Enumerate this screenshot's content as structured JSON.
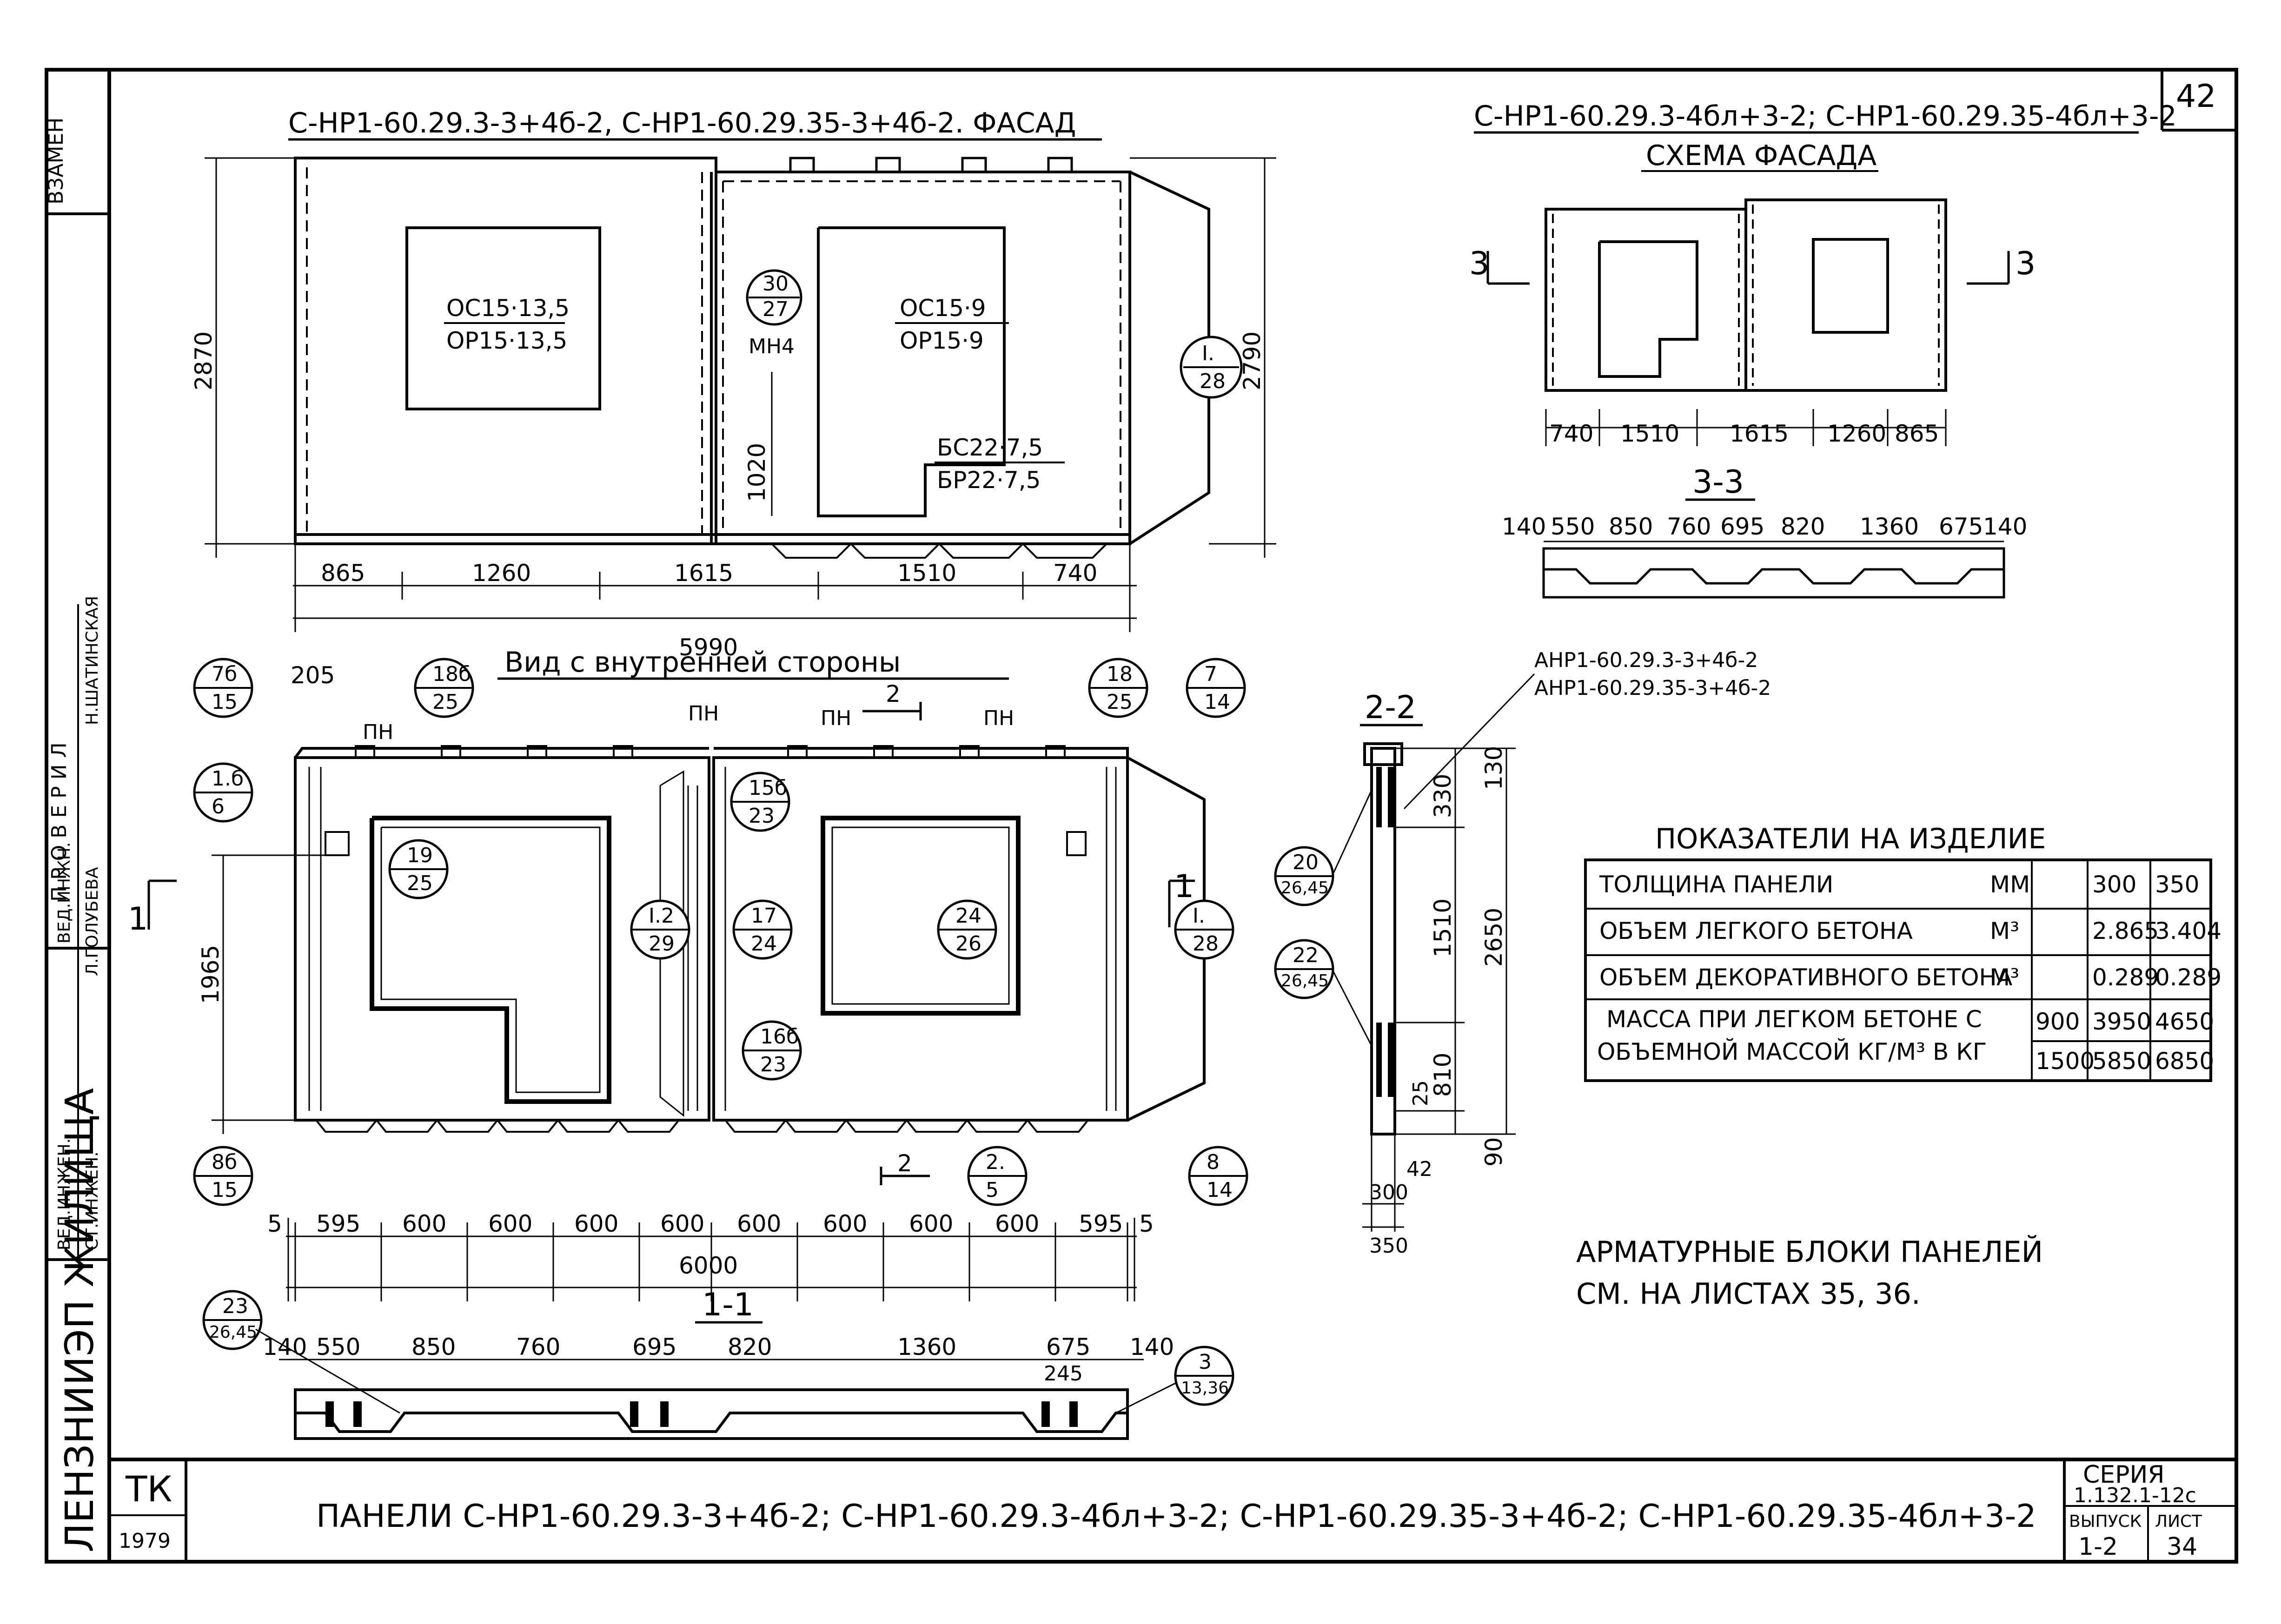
{
  "page_number": "42",
  "left_margin": {
    "vzamen": "ВЗАМЕН",
    "proveria": "П Р О В Е Р И Л",
    "shatinskaya": "Н.ШАТИНСКАЯ",
    "ved_inzh": "ВЕД.ИНЖН.",
    "golubeva": "Л.ГОЛУБЕВА",
    "ved_inzhen": "ВЕД.ИНЖЕН.",
    "st_inzhen": "СТ.ИНЖЕН.",
    "org": "ЛЕНЗНИИЭП ЖИЛИЩА"
  },
  "facade_main": {
    "title": "С-НР1-60.29.3-3+4б-2, С-НР1-60.29.35-3+4б-2. ФАСАД",
    "window1_top": "ОС15·13,5",
    "window1_bot": "ОР15·13,5",
    "window2_top": "ОС15·9",
    "window2_bot": "ОР15·9",
    "door_top": "БС22·7,5",
    "door_bot": "БР22·7,5",
    "height_left": "2870",
    "height_right": "2790",
    "door_height": "1020",
    "mark_mn": "МН4",
    "callout_30_27_top": "30",
    "callout_30_27_bot": "27",
    "callout_I28_top": "I.",
    "callout_I28_bot": "28",
    "dims": [
      "865",
      "1260",
      "1615",
      "1510",
      "740"
    ],
    "total": "5990"
  },
  "facade_scheme": {
    "title": "С-НР1-60.29.3-4бл+3-2; С-НР1-60.29.35-4бл+3-2",
    "subtitle": "СХЕМА ФАСАДА",
    "cut_label": "3",
    "dims": [
      "740",
      "1510",
      "1615",
      "1260",
      "865"
    ]
  },
  "section_33": {
    "title": "3-3",
    "dims": [
      "140",
      "550",
      "850",
      "760",
      "695",
      "820",
      "1360",
      "675",
      "140"
    ]
  },
  "inner_view": {
    "title": "Вид с внутренней стороны",
    "dim_205": "205",
    "pn": "ПН",
    "cut2": "2",
    "cut1": "1",
    "height": "1965",
    "callouts": [
      {
        "top": "7б",
        "bot": "15"
      },
      {
        "top": "18б",
        "bot": "25"
      },
      {
        "top": "1.б",
        "bot": "6"
      },
      {
        "top": "19",
        "bot": "25"
      },
      {
        "top": "I.2",
        "bot": "29"
      },
      {
        "top": "15б",
        "bot": "23"
      },
      {
        "top": "17",
        "bot": "24"
      },
      {
        "top": "16б",
        "bot": "23"
      },
      {
        "top": "24",
        "bot": "26"
      },
      {
        "top": "18",
        "bot": "25"
      },
      {
        "top": "7",
        "bot": "14"
      },
      {
        "top": "I.",
        "bot": "28"
      },
      {
        "top": "8б",
        "bot": "15"
      },
      {
        "top": "2.",
        "bot": "5"
      },
      {
        "top": "8",
        "bot": "14"
      }
    ],
    "dims": [
      "5",
      "595",
      "600",
      "600",
      "600",
      "600",
      "600",
      "600",
      "600",
      "600",
      "595",
      "5"
    ],
    "total": "6000"
  },
  "section_11": {
    "title": "1-1",
    "dims": [
      "140",
      "550",
      "850",
      "760",
      "695",
      "820",
      "1360",
      "675",
      "140"
    ],
    "dim_245": "245",
    "callout_left": {
      "top": "23",
      "bot": "26,45"
    },
    "callout_right": {
      "top": "3",
      "bot": "13,36"
    }
  },
  "section_22": {
    "title": "2-2",
    "mark1": "АНР1-60.29.3-3+4б-2",
    "mark2": "АНР1-60.29.35-3+4б-2",
    "dims_v": [
      "330",
      "1510",
      "810",
      "25",
      "90"
    ],
    "dim_130": "130",
    "dim_2650": "2650",
    "dims_h": [
      "42",
      "300",
      "350"
    ],
    "callout1": {
      "top": "20",
      "bot": "26,45"
    },
    "callout2": {
      "top": "22",
      "bot": "26,45"
    }
  },
  "indicators": {
    "title": "ПОКАЗАТЕЛИ НА ИЗДЕЛИЕ",
    "rows": [
      {
        "label": "ТОЛЩИНА ПАНЕЛИ",
        "unit": "ММ",
        "sub": "",
        "v1": "300",
        "v2": "350"
      },
      {
        "label": "ОБЪЕМ ЛЕГКОГО БЕТОНА",
        "unit": "М³",
        "sub": "",
        "v1": "2.865",
        "v2": "3.404"
      },
      {
        "label": "ОБЪЕМ ДЕКОРАТИВНОГО БЕТОНА",
        "unit": "М³",
        "sub": "",
        "v1": "0.289",
        "v2": "0.289"
      }
    ],
    "mass_label1": "МАССА ПРИ ЛЕГКОМ БЕТОНЕ С",
    "mass_label2": "ОБЪЕМНОЙ МАССОЙ КГ/М³ В КГ",
    "mass_rows": [
      {
        "density": "900",
        "v1": "3950",
        "v2": "4650"
      },
      {
        "density": "1500",
        "v1": "5850",
        "v2": "6850"
      }
    ]
  },
  "note": {
    "line1": "АРМАТУРНЫЕ БЛОКИ ПАНЕЛЕЙ",
    "line2": "СМ. НА ЛИСТАХ 35, 36."
  },
  "stamp": {
    "tk": "ТК",
    "year": "1979",
    "title": "ПАНЕЛИ С-НР1-60.29.3-3+4б-2; С-НР1-60.29.3-4бл+3-2; С-НР1-60.29.35-3+4б-2; С-НР1-60.29.35-4бл+3-2",
    "series_label": "СЕРИЯ",
    "series_value": "1.132.1-12с",
    "issue_label": "ВЫПУСК",
    "sheet_label": "ЛИСТ",
    "issue_value": "1-2",
    "sheet_value": "34"
  }
}
